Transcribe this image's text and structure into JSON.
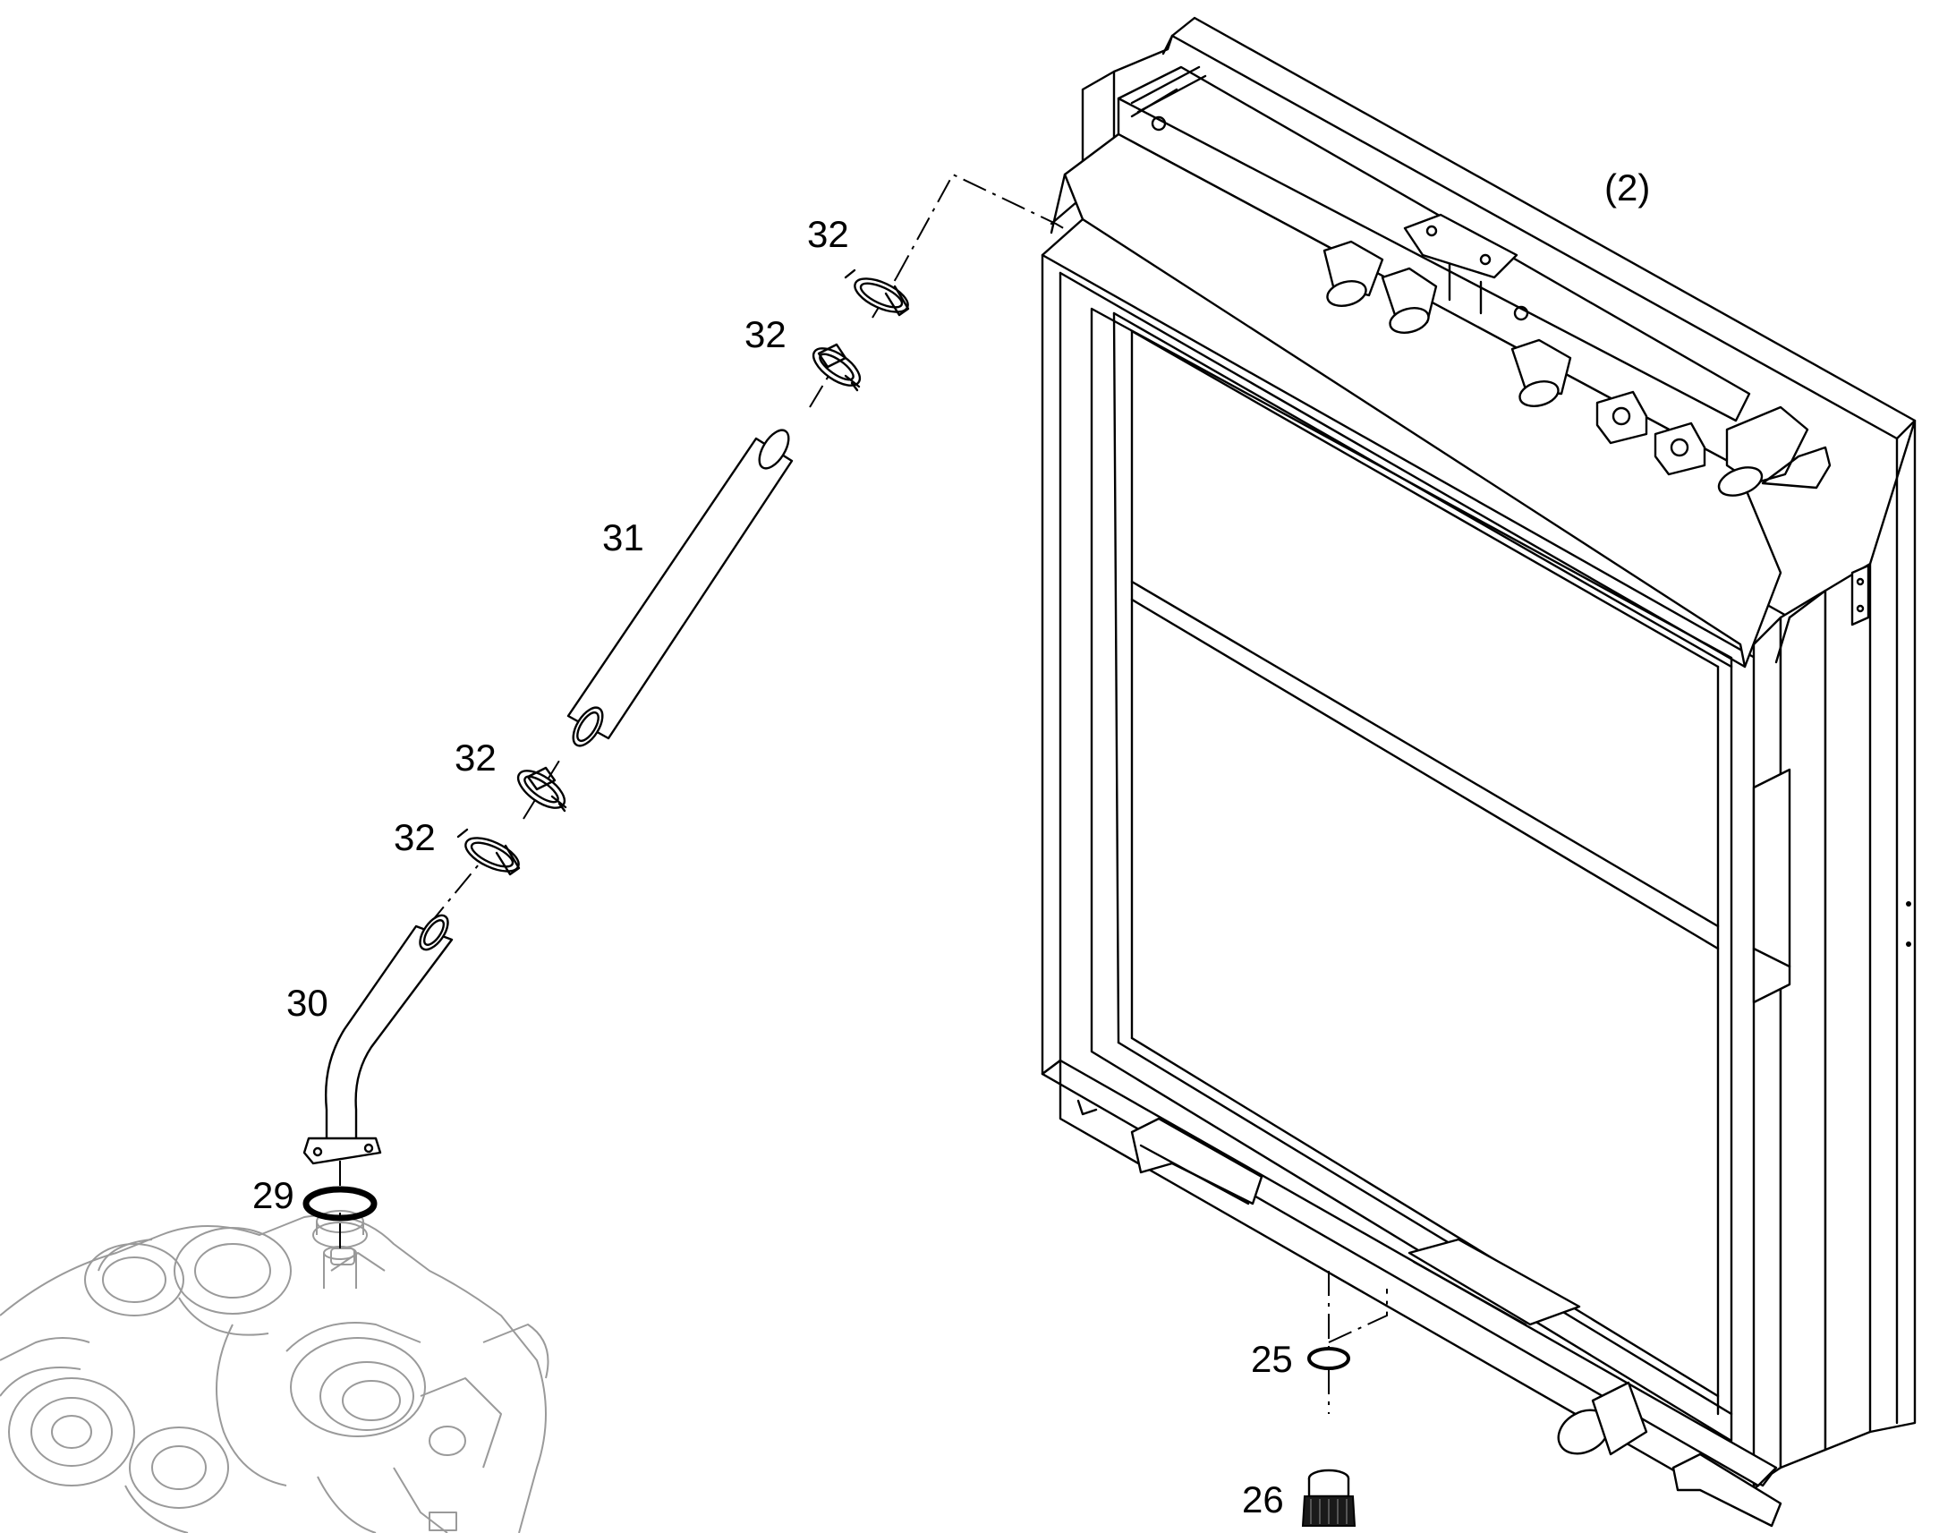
{
  "callouts": {
    "assembly": "(2)",
    "clamp_1": "32",
    "clamp_2": "32",
    "hose": "31",
    "clamp_3": "32",
    "clamp_4": "32",
    "elbow_pipe": "30",
    "o_ring": "29",
    "drain_seal": "25",
    "drain_plug": "26"
  }
}
